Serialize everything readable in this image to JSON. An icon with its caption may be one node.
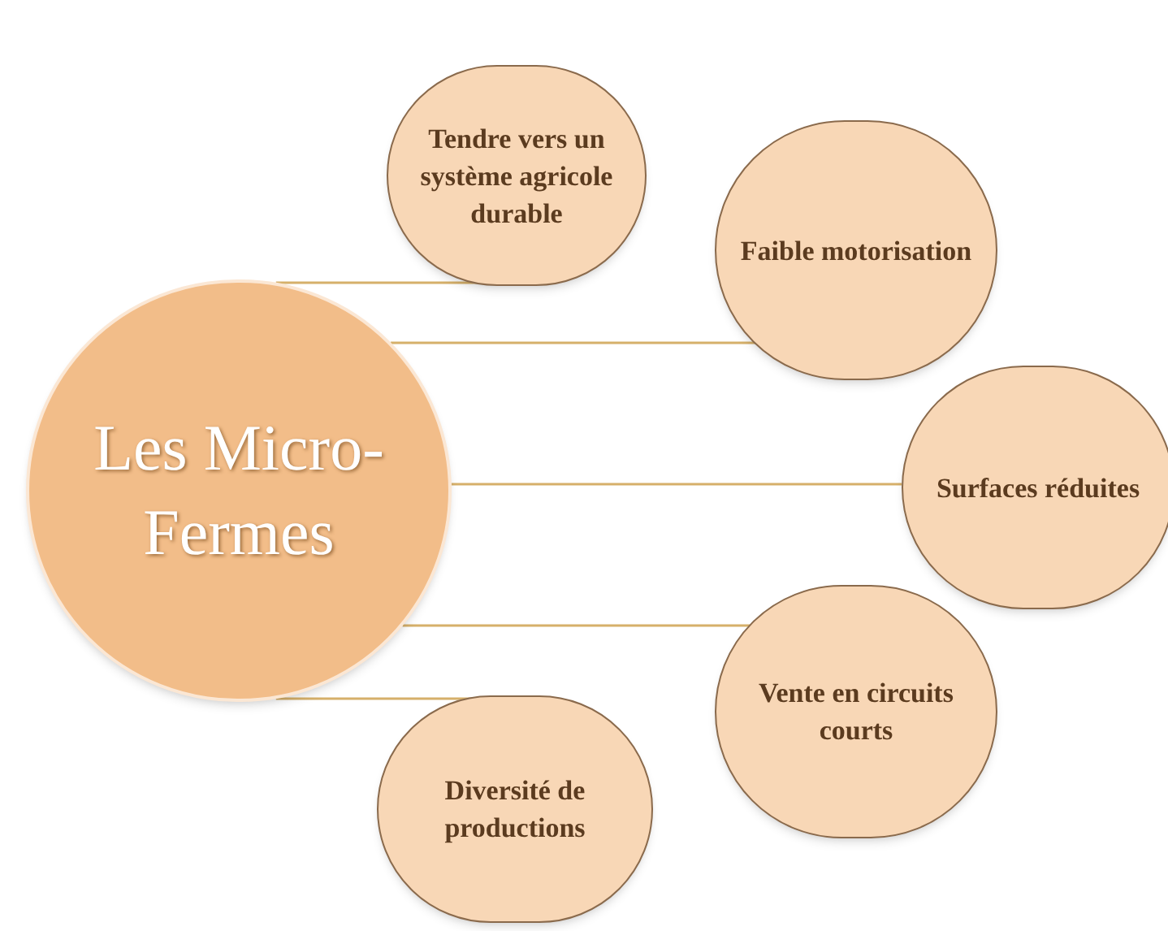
{
  "diagram": {
    "nodes": [
      {
        "text": [
          "Les Micro-Fermes"
        ]
      },
      {
        "text": [
          "Tendre vers un système agricole durable"
        ]
      },
      {
        "text": [
          "Faible motorisation"
        ]
      },
      {
        "text": [
          "Surfaces réduites"
        ]
      },
      {
        "text": [
          "Vente en circuits courts"
        ]
      },
      {
        "text": [
          "Diversité de productions"
        ]
      }
    ],
    "edges": [
      {
        "from": 0,
        "to": 1,
        "arrow": "none"
      },
      {
        "from": 0,
        "to": 2,
        "arrow": "none"
      },
      {
        "from": 0,
        "to": 3,
        "arrow": "none"
      },
      {
        "from": 0,
        "to": 4,
        "arrow": "none"
      },
      {
        "from": 0,
        "to": 5,
        "arrow": "none"
      }
    ]
  }
}
